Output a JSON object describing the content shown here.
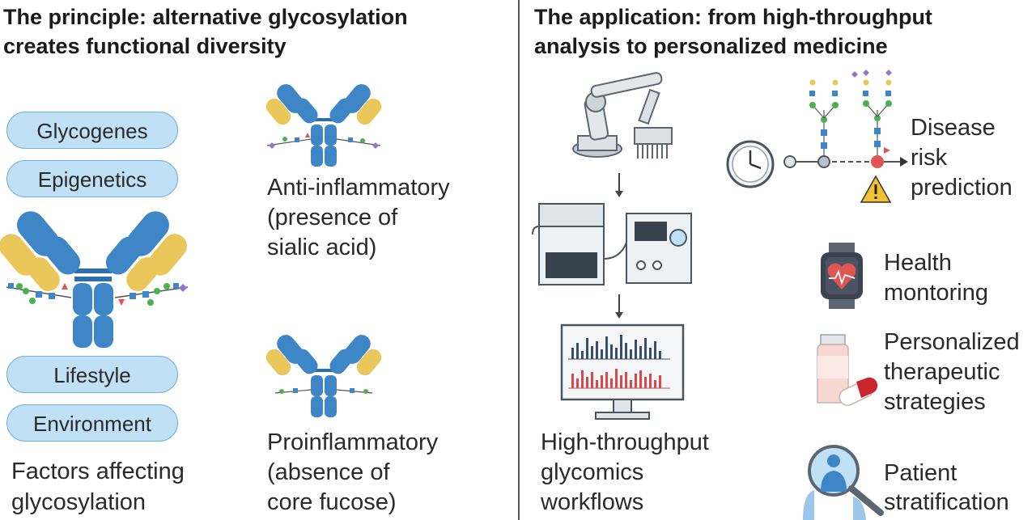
{
  "left": {
    "title_bold": "The principle:",
    "title_rest": " alternative glycosylation",
    "title_line2": "creates functional diversity",
    "factors": [
      "Glycogenes",
      "Epigenetics",
      "Lifestyle",
      "Environment"
    ],
    "factors_caption_1": "Factors affecting",
    "factors_caption_2": "glycosylation",
    "anti_1": "Anti-inflammatory",
    "anti_2": "(presence of",
    "anti_3": "sialic acid)",
    "pro_1": "Proinflammatory",
    "pro_2": "(absence of",
    "pro_3": "core fucose)"
  },
  "right": {
    "title_bold": "The application:",
    "title_rest": " from high-throughput",
    "title_line2": "analysis to personalized medicine",
    "workflow_1": "High-throughput",
    "workflow_2": "glycomics",
    "workflow_3": "workflows",
    "risk_1": "Disease",
    "risk_2": "risk",
    "risk_3": "prediction",
    "health_1": "Health",
    "health_2": "montoring",
    "pers_1": "Personalized",
    "pers_2": "therapeutic",
    "pers_3": "strategies",
    "pat_1": "Patient",
    "pat_2": "stratification"
  },
  "colors": {
    "antibody_blue": "#3f86c6",
    "antibody_yellow": "#e9c75a",
    "pill_fill": "#bfe0f5",
    "accent_red": "#e05454",
    "divider": "#555555"
  }
}
